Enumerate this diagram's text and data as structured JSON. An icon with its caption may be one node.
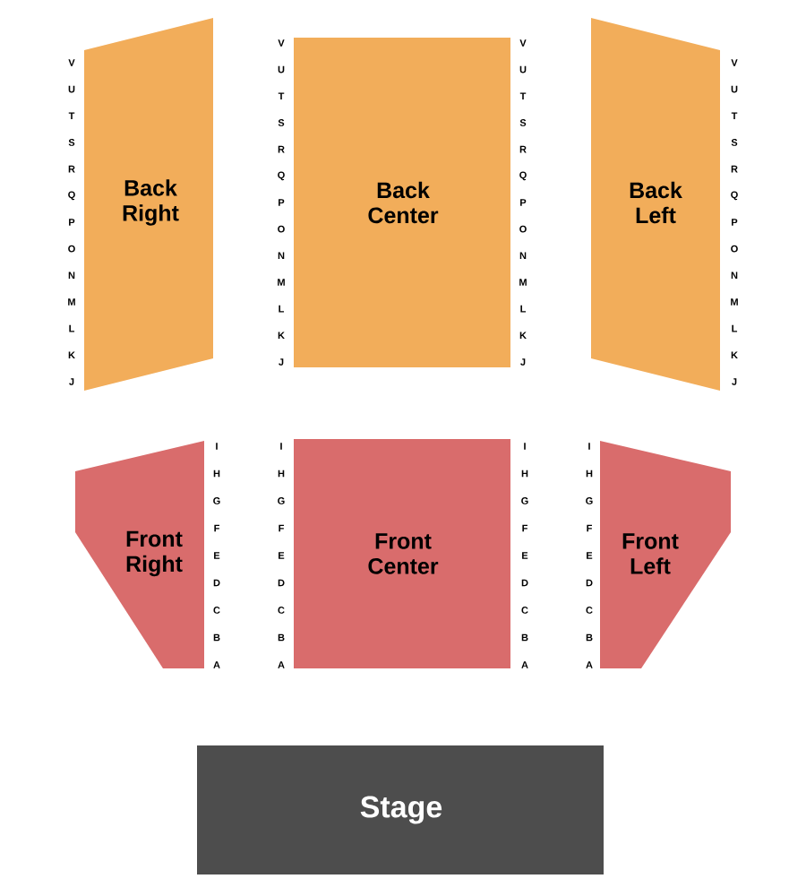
{
  "diagram": {
    "nodes": [
      {
        "text": [
          "Back Right"
        ]
      },
      {
        "text": [
          "Back Center"
        ]
      },
      {
        "text": [
          "Back Left"
        ]
      },
      {
        "text": [
          "Front Right"
        ]
      },
      {
        "text": [
          "Front Center"
        ]
      },
      {
        "text": [
          "Front Left"
        ]
      },
      {
        "text": [
          "Stage"
        ]
      }
    ],
    "labels": [
      "V",
      "U",
      "T",
      "S",
      "R",
      "Q",
      "P",
      "O",
      "N",
      "M",
      "L",
      "K",
      "J",
      "V",
      "U",
      "T",
      "S",
      "R",
      "Q",
      "P",
      "O",
      "N",
      "M",
      "L",
      "K",
      "J",
      "V",
      "U",
      "T",
      "S",
      "R",
      "Q",
      "P",
      "O",
      "N",
      "M",
      "L",
      "K",
      "J",
      "V",
      "U",
      "T",
      "S",
      "R",
      "Q",
      "P",
      "O",
      "N",
      "M",
      "L",
      "K",
      "J",
      "I",
      "H",
      "G",
      "F",
      "E",
      "D",
      "C",
      "B",
      "A",
      "I",
      "H",
      "G",
      "F",
      "E",
      "D",
      "C",
      "B",
      "A",
      "I",
      "H",
      "G",
      "F",
      "E",
      "D",
      "C",
      "B",
      "A",
      "I",
      "H",
      "G",
      "F",
      "E",
      "D",
      "C",
      "B",
      "A"
    ]
  }
}
